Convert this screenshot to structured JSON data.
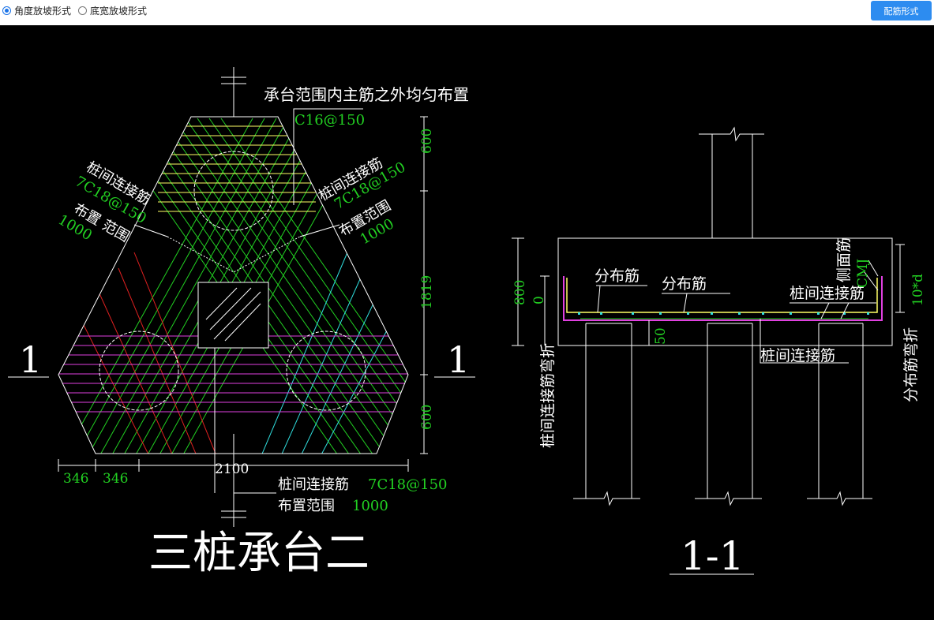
{
  "toolbar": {
    "radio_angle": "角度放坡形式",
    "radio_width": "底宽放坡形式",
    "config_button": "配筋形式"
  },
  "drawing": {
    "plan_title": "三桩承台二",
    "section_title": "1-1",
    "section_mark": "1",
    "top_note": "承台范围内主筋之外均匀布置",
    "top_rebar": "C16@150",
    "left_label_1": "桩间连接筋",
    "left_label_2": "7C18@150",
    "left_label_3": "布置 范围",
    "left_label_4": "1000",
    "right_label_1": "桩间连接筋",
    "right_label_2": "7C18@150",
    "right_label_3": "布置范围",
    "right_label_4": "1000",
    "bottom_label_1": "桩间连接筋",
    "bottom_label_2": "7C18@150",
    "bottom_label_3": "布置范围",
    "bottom_label_4": "1000",
    "dim_600_top": "600",
    "dim_1819": "1819",
    "dim_600_bottom": "600",
    "dim_346_a": "346",
    "dim_346_b": "346",
    "dim_2100": "2100",
    "sec_dist_1": "分布筋",
    "sec_dist_2": "分布筋",
    "sec_side": "侧面筋",
    "sec_cmj": "CMJ",
    "sec_conn_1": "桩间连接筋",
    "sec_conn_2": "桩间连接筋",
    "sec_dim_800": "800",
    "sec_dim_0": "0",
    "sec_dim_50": "50",
    "sec_10d": "10*d",
    "sec_bend_left": "桩间连接筋弯折",
    "sec_bend_right": "分布筋弯折"
  },
  "colors": {
    "background": "#000000",
    "line": "#ffffff",
    "green": "#22d022",
    "yellow": "#ffff66",
    "magenta": "#e040e0",
    "red": "#e02020",
    "cyan": "#30e0e0",
    "button": "#2d8cf0"
  }
}
